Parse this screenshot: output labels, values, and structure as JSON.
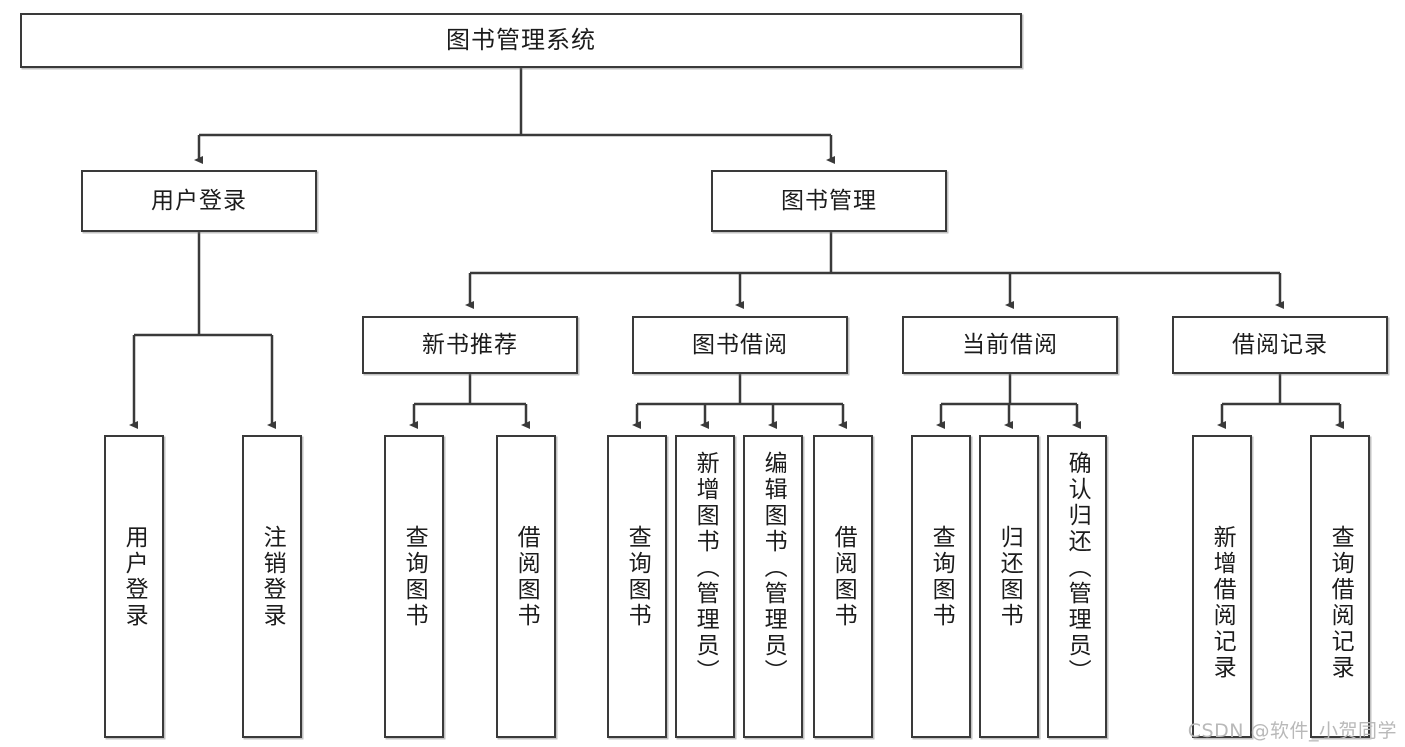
{
  "diagram": {
    "title": "图书管理系统",
    "type": "tree-hierarchy-chart",
    "root": {
      "label": "图书管理系统"
    },
    "level2": [
      {
        "label": "用户登录"
      },
      {
        "label": "图书管理"
      }
    ],
    "level3": [
      {
        "label": "新书推荐"
      },
      {
        "label": "图书借阅"
      },
      {
        "label": "当前借阅"
      },
      {
        "label": "借阅记录"
      }
    ],
    "leaves": {
      "user_login": [
        {
          "label": "用户登录"
        },
        {
          "label": "注销登录"
        }
      ],
      "new_book_recommend": [
        {
          "label": "查询图书"
        },
        {
          "label": "借阅图书"
        }
      ],
      "book_borrow": [
        {
          "label": "查询图书"
        },
        {
          "label": "新增图书（管理员）"
        },
        {
          "label": "编辑图书（管理员）"
        },
        {
          "label": "借阅图书"
        }
      ],
      "current_borrow": [
        {
          "label": "查询图书"
        },
        {
          "label": "归还图书"
        },
        {
          "label": "确认归还（管理员）"
        }
      ],
      "borrow_record": [
        {
          "label": "新增借阅记录"
        },
        {
          "label": "查询借阅记录"
        }
      ]
    }
  },
  "watermark": {
    "text": "CSDN @软件_小贺同学"
  },
  "colors": {
    "box_border": "#3a3a3a",
    "box_fill": "#ffffff",
    "connector": "#3a3a3a",
    "text": "#1c1c1c",
    "watermark": "#b9b9b9"
  }
}
